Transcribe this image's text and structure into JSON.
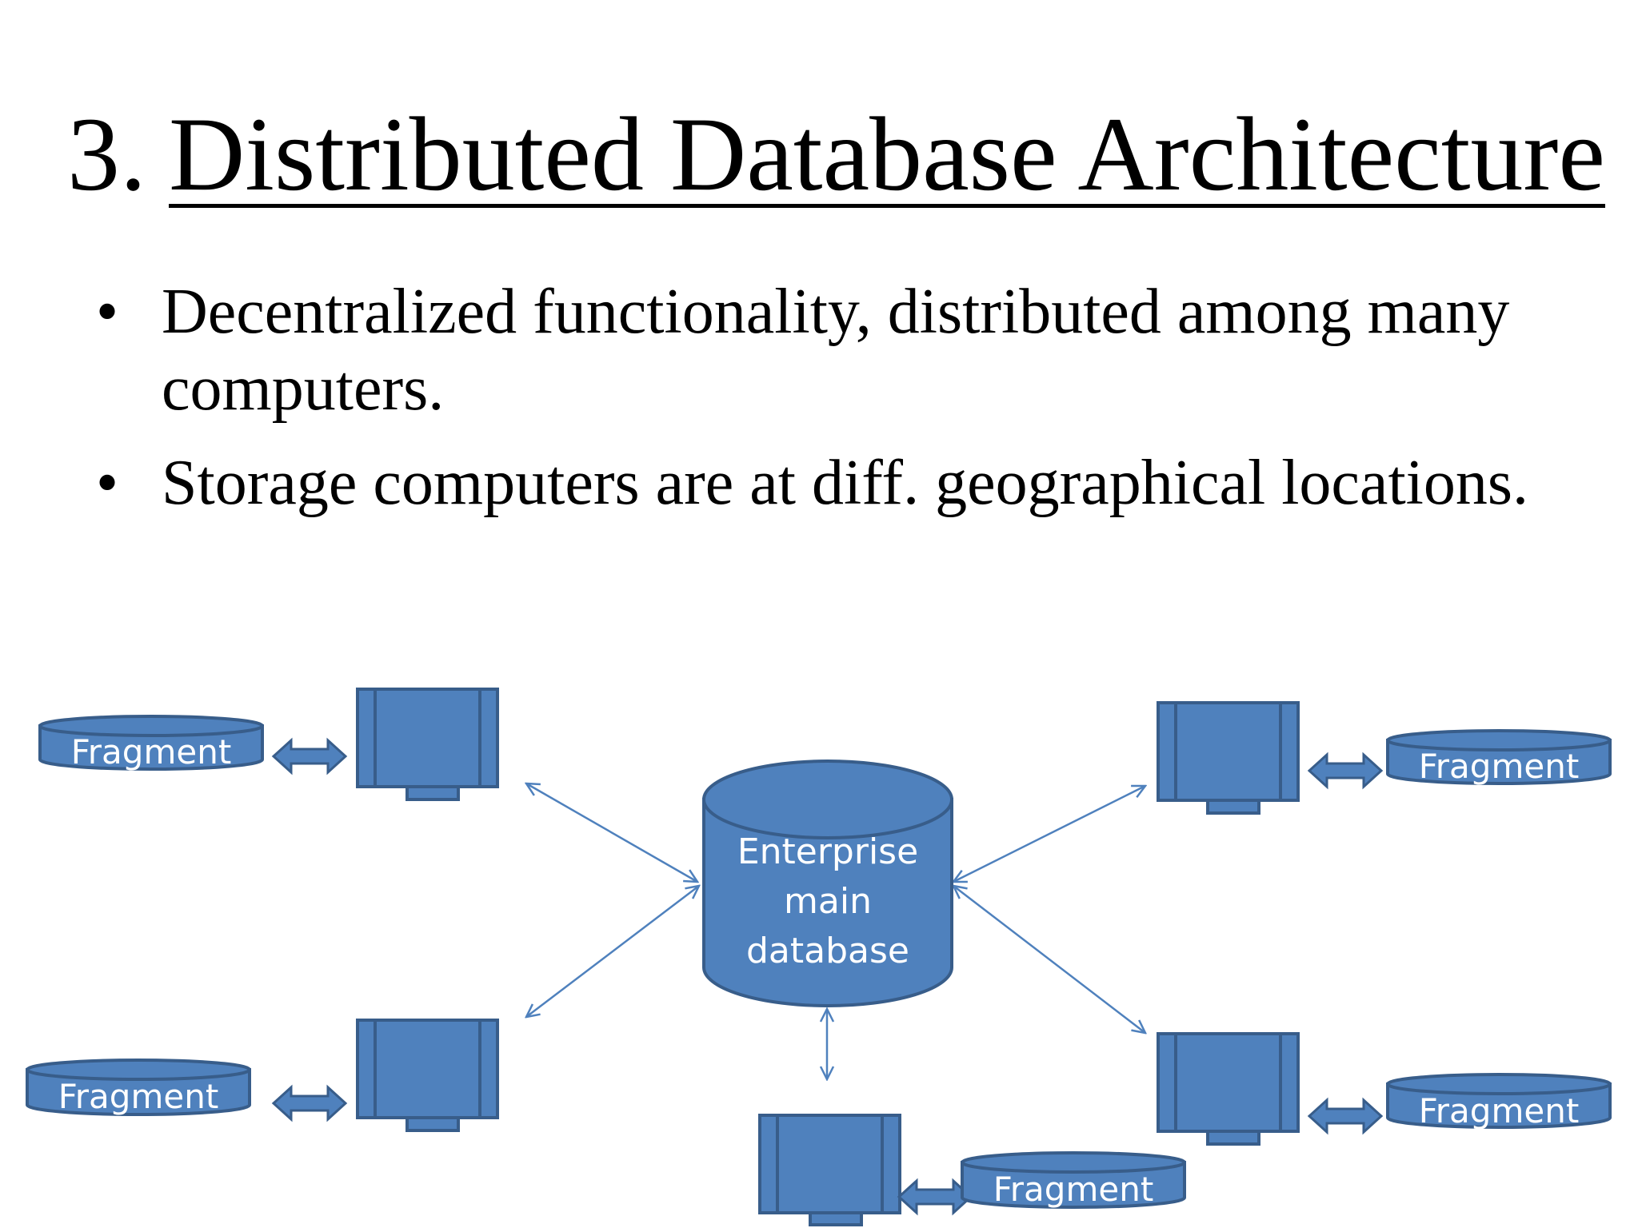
{
  "title": {
    "number": "3.",
    "text": "Distributed Database Architecture"
  },
  "bullets": [
    "Decentralized functionality, distributed among many computers.",
    "Storage computers are at diff. geographical locations."
  ],
  "diagram": {
    "central_database": [
      "Enterprise",
      "main",
      "database"
    ],
    "fragments": {
      "top_left": "Fragment",
      "bottom_left": "Fragment",
      "bottom_center": "Fragment",
      "top_right": "Fragment",
      "bottom_right": "Fragment"
    },
    "colors": {
      "fill": "#4f81bd",
      "stroke": "#385d8a",
      "connector": "#4f81bd"
    }
  }
}
